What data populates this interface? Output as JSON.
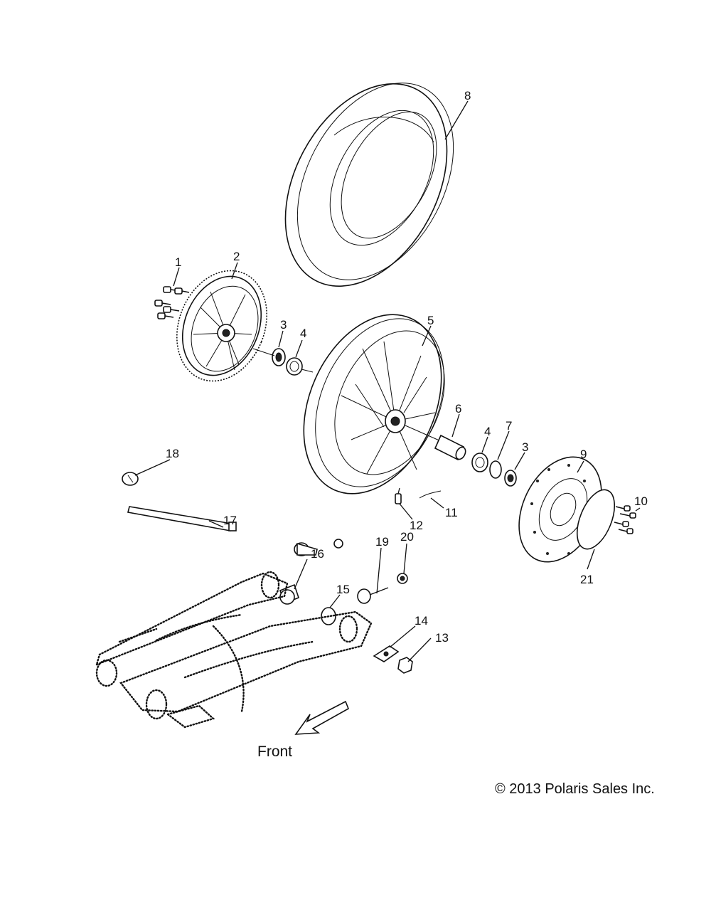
{
  "callouts": {
    "c1": "1",
    "c2": "2",
    "c3a": "3",
    "c3b": "3",
    "c4a": "4",
    "c4b": "4",
    "c5": "5",
    "c6": "6",
    "c7": "7",
    "c8": "8",
    "c9": "9",
    "c10": "10",
    "c11": "11",
    "c12": "12",
    "c13": "13",
    "c14": "14",
    "c15": "15",
    "c16": "16",
    "c17": "17",
    "c18": "18",
    "c19": "19",
    "c20": "20",
    "c21": "21"
  },
  "front_label": "Front",
  "copyright": "© 2013 Polaris Sales Inc."
}
